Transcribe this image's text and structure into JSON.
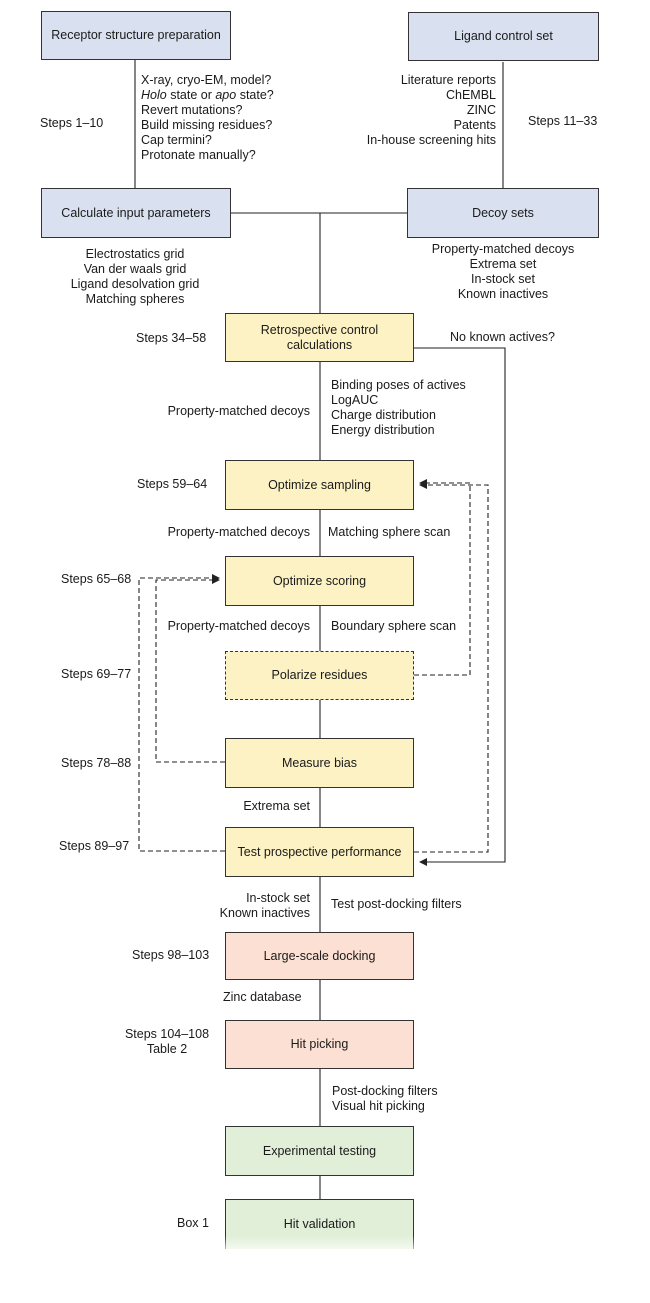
{
  "boxes": {
    "receptor_prep": "Receptor structure preparation",
    "ligand_control": "Ligand control set",
    "calc_params": "Calculate input parameters",
    "decoy_sets": "Decoy sets",
    "retro_control": "Retrospective control calculations",
    "opt_sampling": "Optimize sampling",
    "opt_scoring": "Optimize scoring",
    "polarize": "Polarize residues",
    "measure_bias": "Measure bias",
    "test_prospective": "Test prospective performance",
    "large_scale": "Large-scale docking",
    "hit_picking": "Hit picking",
    "exp_testing": "Experimental testing",
    "hit_validation": "Hit validation"
  },
  "steps": {
    "s1": "Steps 1–10",
    "s11": "Steps 11–33",
    "s34": "Steps 34–58",
    "s59": "Steps 59–64",
    "s65": "Steps 65–68",
    "s69": "Steps 69–77",
    "s78": "Steps 78–88",
    "s89": "Steps 89–97",
    "s98": "Steps 98–103",
    "s104": "Steps 104–108",
    "table2": "Table 2",
    "box1": "Box 1"
  },
  "notes": {
    "receptor_questions": [
      "X-ray, cryo-EM, model?",
      "Holo state or apo state?",
      "Revert mutations?",
      "Build missing residues?",
      "Cap termini?",
      "Protonate manually?"
    ],
    "ligand_sources": [
      "Literature reports",
      "ChEMBL",
      "ZINC",
      "Patents",
      "In-house screening hits"
    ],
    "param_outputs": [
      "Electrostatics grid",
      "Van der waals grid",
      "Ligand desolvation grid",
      "Matching spheres"
    ],
    "decoy_outputs": [
      "Property-matched decoys",
      "Extrema set",
      "In-stock set",
      "Known inactives"
    ],
    "no_known_actives": "No known actives?",
    "retro_metrics": [
      "Binding poses of actives",
      "LogAUC",
      "Charge distribution",
      "Energy distribution"
    ],
    "pm_decoys_1": "Property-matched decoys",
    "pm_decoys_2": "Property-matched decoys",
    "pm_decoys_3": "Property-matched decoys",
    "matching_sphere_scan": "Matching sphere scan",
    "boundary_sphere_scan": "Boundary sphere scan",
    "extrema_set": "Extrema set",
    "instock_inactives": [
      "In-stock set",
      "Known inactives"
    ],
    "post_docking_filters": "Test post-docking filters",
    "zinc_db": "Zinc database",
    "post_visual": [
      "Post-docking filters",
      "Visual hit picking"
    ]
  },
  "colors": {
    "blue_box": "#d9e1f1",
    "yellow_box": "#fdf2c4",
    "pink_box": "#fbe0d3",
    "green_box": "#e1efd8",
    "line": "#222222"
  }
}
